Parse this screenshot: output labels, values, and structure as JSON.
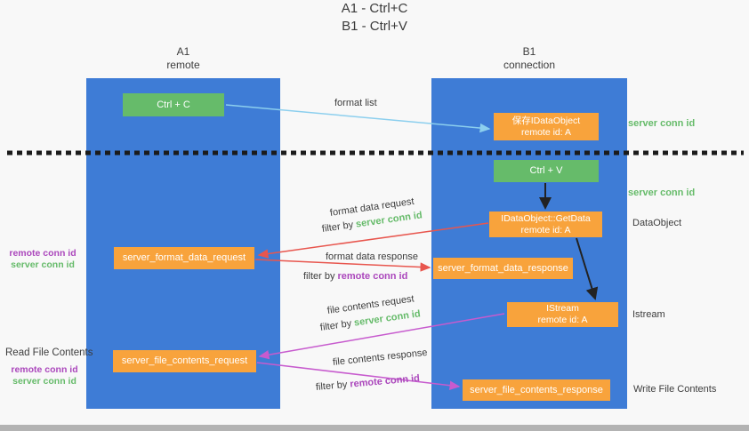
{
  "title": {
    "line1": "A1 - Ctrl+C",
    "line2": "B1 - Ctrl+V"
  },
  "lanes": {
    "a": {
      "name": "A1",
      "subtitle": "remote"
    },
    "b": {
      "name": "B1",
      "subtitle": "connection"
    }
  },
  "nodes": {
    "ctrl_c": "Ctrl + C",
    "save_dataobject": {
      "line1": "保存IDataObject",
      "line2": "remote id: A"
    },
    "ctrl_v": "Ctrl + V",
    "getdata": {
      "line1": "IDataObject::GetData",
      "line2": "remote id: A"
    },
    "format_request": "server_format_data_request",
    "format_response": "server_format_data_response",
    "istream": {
      "line1": "IStream",
      "line2": "remote id: A"
    },
    "file_request": "server_file_contents_request",
    "file_response": "server_file_contents_response"
  },
  "labels": {
    "format_list": "format list",
    "format_data_request": "format data request",
    "format_data_response": "format data response",
    "file_contents_request": "file contents request",
    "file_contents_response": "file contents response",
    "filter_by": "filter by",
    "server_conn_id": "server conn id",
    "remote_conn_id": "remote conn id",
    "dataobject": "DataObject",
    "istream": "Istream",
    "read_file_contents": "Read File Contents",
    "write_file_contents": "Write File Contents"
  },
  "colors": {
    "lane_blue": "#3e7cd6",
    "node_green": "#66bb6a",
    "node_orange": "#f8a33c",
    "accent_green": "#66bb6a",
    "accent_purple": "#ab47bc",
    "arrow_blue": "#8ccfee",
    "arrow_red": "#e8564e",
    "arrow_magenta": "#c75bce"
  }
}
